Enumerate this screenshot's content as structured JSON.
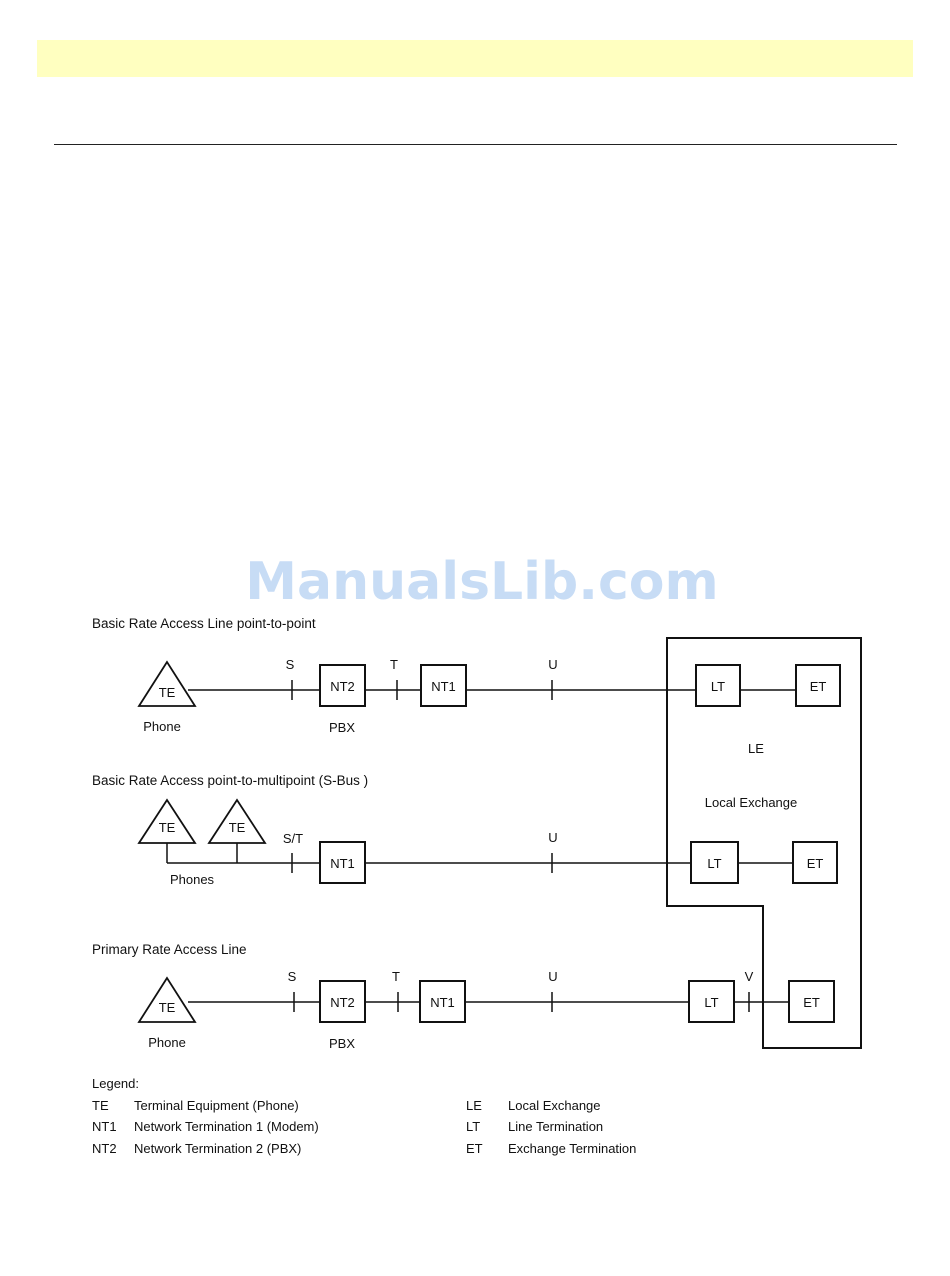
{
  "watermark": "ManualsLib.com",
  "diagram": {
    "sections": {
      "s1": "Basic Rate Access Line point-to-point",
      "s2": "Basic Rate Access point-to-multipoint (S-Bus )",
      "s3": "Primary Rate Access Line"
    },
    "nodes": {
      "te": "TE",
      "nt2": "NT2",
      "nt1": "NT1",
      "lt": "LT",
      "et": "ET"
    },
    "ref_points": {
      "s": "S",
      "t": "T",
      "u": "U",
      "st": "S/T",
      "v": "V"
    },
    "captions": {
      "phone": "Phone",
      "phones": "Phones",
      "pbx": "PBX",
      "le": "LE",
      "local_exchange": "Local Exchange"
    }
  },
  "legend": {
    "title": "Legend:",
    "items": [
      {
        "abbr": "TE",
        "desc": "Terminal Equipment (Phone)"
      },
      {
        "abbr": "NT1",
        "desc": "Network Termination 1 (Modem)"
      },
      {
        "abbr": "NT2",
        "desc": "Network Termination 2 (PBX)"
      },
      {
        "abbr": "LE",
        "desc": "Local Exchange"
      },
      {
        "abbr": "LT",
        "desc": "Line Termination"
      },
      {
        "abbr": "ET",
        "desc": "Exchange Termination"
      }
    ]
  }
}
